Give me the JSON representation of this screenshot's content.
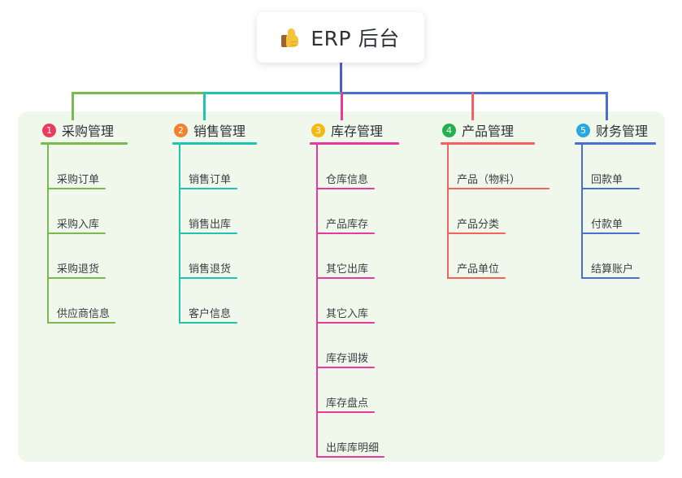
{
  "root": {
    "icon": "thumbs-up-icon",
    "label": "ERP 后台"
  },
  "colors": {
    "panel_bg": "#eff8ea",
    "page_bg": "#ffffff",
    "root_line": "#4a5fc1",
    "col1": "#77bb50",
    "col2": "#1ec4b0",
    "col3": "#e8399e",
    "col4": "#f5615c",
    "col5": "#4a6fd4",
    "badge1": "#ea3b5f",
    "badge2": "#f0812e",
    "badge3": "#f5b716",
    "badge4": "#22b14c",
    "badge5": "#29a7e0",
    "text": "#2e3238"
  },
  "columns": [
    {
      "number": "1",
      "title": "采购管理",
      "line_color": "#77bb50",
      "badge_color": "#ea3b5f",
      "items": [
        "采购订单",
        "采购入库",
        "采购退货",
        "供应商信息"
      ]
    },
    {
      "number": "2",
      "title": "销售管理",
      "line_color": "#1ec4b0",
      "badge_color": "#f0812e",
      "items": [
        "销售订单",
        "销售出库",
        "销售退货",
        "客户信息"
      ]
    },
    {
      "number": "3",
      "title": "库存管理",
      "line_color": "#e8399e",
      "badge_color": "#f5b716",
      "items": [
        "仓库信息",
        "产品库存",
        "其它出库",
        "其它入库",
        "库存调拨",
        "库存盘点",
        "出库库明细"
      ]
    },
    {
      "number": "4",
      "title": "产品管理",
      "line_color": "#f5615c",
      "badge_color": "#22b14c",
      "items": [
        "产品（物料）",
        "产品分类",
        "产品单位"
      ]
    },
    {
      "number": "5",
      "title": "财务管理",
      "line_color": "#4a6fd4",
      "badge_color": "#29a7e0",
      "items": [
        "回款单",
        "付款单",
        "结算账户"
      ]
    }
  ]
}
